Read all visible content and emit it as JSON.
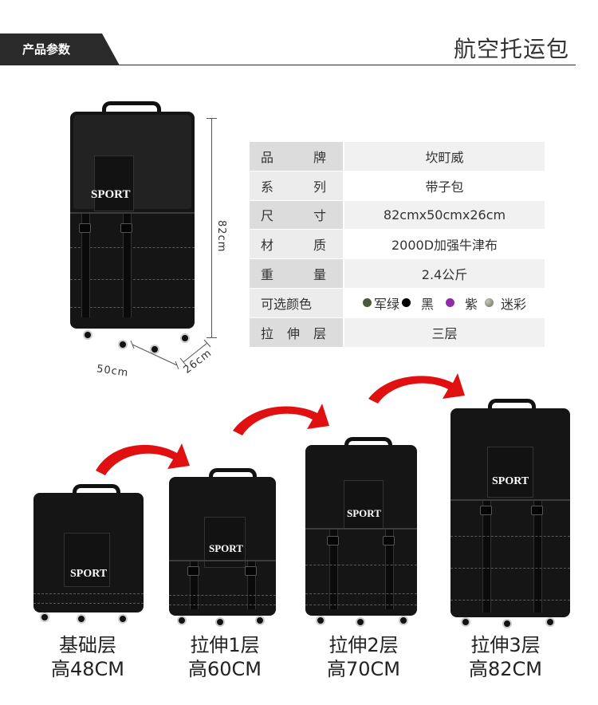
{
  "header": {
    "tab_label": "产品参数",
    "title": "航空托运包"
  },
  "bag_brand": "SPORT",
  "dimensions": {
    "height": "82cm",
    "width": "50cm",
    "depth": "26cm"
  },
  "specs": [
    {
      "key": "品牌",
      "value": "坎町威"
    },
    {
      "key": "系列",
      "value": "带子包"
    },
    {
      "key": "尺寸",
      "value": "82cmx50cmx26cm"
    },
    {
      "key": "材质",
      "value": "2000D加强牛津布"
    },
    {
      "key": "重量",
      "value": "2.4公斤"
    },
    {
      "key": "可选颜色",
      "value": ""
    },
    {
      "key": "拉伸层",
      "value": "三层"
    }
  ],
  "color_options": [
    {
      "name": "军绿",
      "color": "#4b5a3b"
    },
    {
      "name": "黑",
      "color": "#000000"
    },
    {
      "name": "紫",
      "color": "#8e2ba5"
    },
    {
      "name": "迷彩",
      "color": "#9a9a8a"
    }
  ],
  "arrow_color": "#e01010",
  "variants": [
    {
      "name": "基础层",
      "height": "高48CM"
    },
    {
      "name": "拉伸1层",
      "height": "高60CM"
    },
    {
      "name": "拉伸2层",
      "height": "高70CM"
    },
    {
      "name": "拉伸3层",
      "height": "高82CM"
    }
  ]
}
